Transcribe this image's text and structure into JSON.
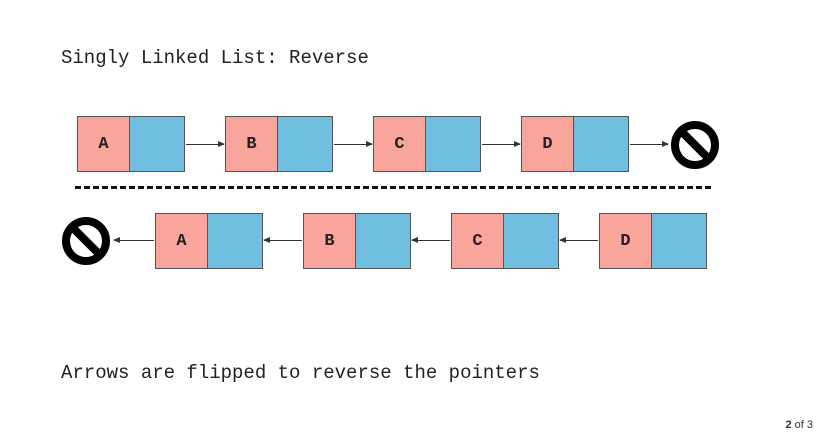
{
  "title": "Singly Linked List: Reverse",
  "caption": "Arrows are flipped to reverse the pointers",
  "colors": {
    "data_fill": "#f9a59b",
    "pointer_fill": "#70bfe0",
    "border": "#555555"
  },
  "original": {
    "nodes": [
      {
        "label": "A"
      },
      {
        "label": "B"
      },
      {
        "label": "C"
      },
      {
        "label": "D"
      }
    ],
    "terminal": "null-icon"
  },
  "reversed": {
    "nodes": [
      {
        "label": "A"
      },
      {
        "label": "B"
      },
      {
        "label": "C"
      },
      {
        "label": "D"
      }
    ],
    "terminal": "null-icon"
  },
  "page": {
    "current": "2",
    "of_text": "of",
    "total": "3"
  }
}
